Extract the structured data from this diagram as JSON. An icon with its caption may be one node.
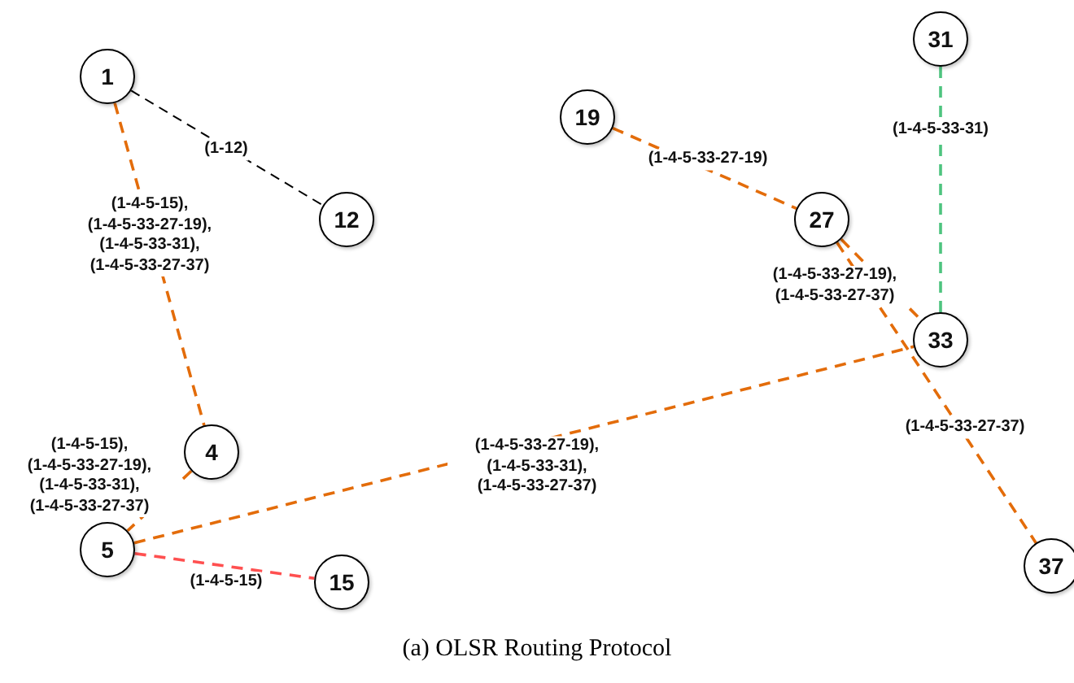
{
  "diagram": {
    "caption": "(a) OLSR Routing Protocol",
    "nodes": [
      {
        "text": [
          "1"
        ]
      },
      {
        "text": [
          "12"
        ]
      },
      {
        "text": [
          "19"
        ]
      },
      {
        "text": [
          "31"
        ]
      },
      {
        "text": [
          "27"
        ]
      },
      {
        "text": [
          "33"
        ]
      },
      {
        "text": [
          "4"
        ]
      },
      {
        "text": [
          "5"
        ]
      },
      {
        "text": [
          "15"
        ]
      },
      {
        "text": [
          "37"
        ]
      }
    ],
    "edges": [
      {
        "from": 0,
        "to": 1,
        "arrow": "none",
        "label": "(1-12)",
        "color": "#000000"
      },
      {
        "from": 0,
        "to": 6,
        "arrow": "none",
        "label": "(1-4-5-15), (1-4-5-33-27-19), (1-4-5-33-31), (1-4-5-33-27-37)"
      },
      {
        "from": 2,
        "to": 4,
        "arrow": "none",
        "label": "(1-4-5-33-27-19)"
      },
      {
        "from": 3,
        "to": 5,
        "arrow": "none",
        "label": "(1-4-5-33-31)",
        "color": "#4ec47f"
      },
      {
        "from": 4,
        "to": 5,
        "arrow": "none",
        "label": "(1-4-5-33-27-19), (1-4-5-33-27-37)"
      },
      {
        "from": 6,
        "to": 7,
        "arrow": "none",
        "label": "(1-4-5-15), (1-4-5-33-27-19), (1-4-5-33-31), (1-4-5-33-27-37)"
      },
      {
        "from": 7,
        "to": 5,
        "arrow": "none",
        "label": "(1-4-5-33-27-19), (1-4-5-33-31), (1-4-5-33-27-37)"
      },
      {
        "from": 4,
        "to": 9,
        "arrow": "none",
        "label": "(1-4-5-33-27-37)"
      },
      {
        "from": 7,
        "to": 8,
        "arrow": "none",
        "label": "(1-4-5-15)",
        "color": "#ff5050"
      }
    ]
  }
}
